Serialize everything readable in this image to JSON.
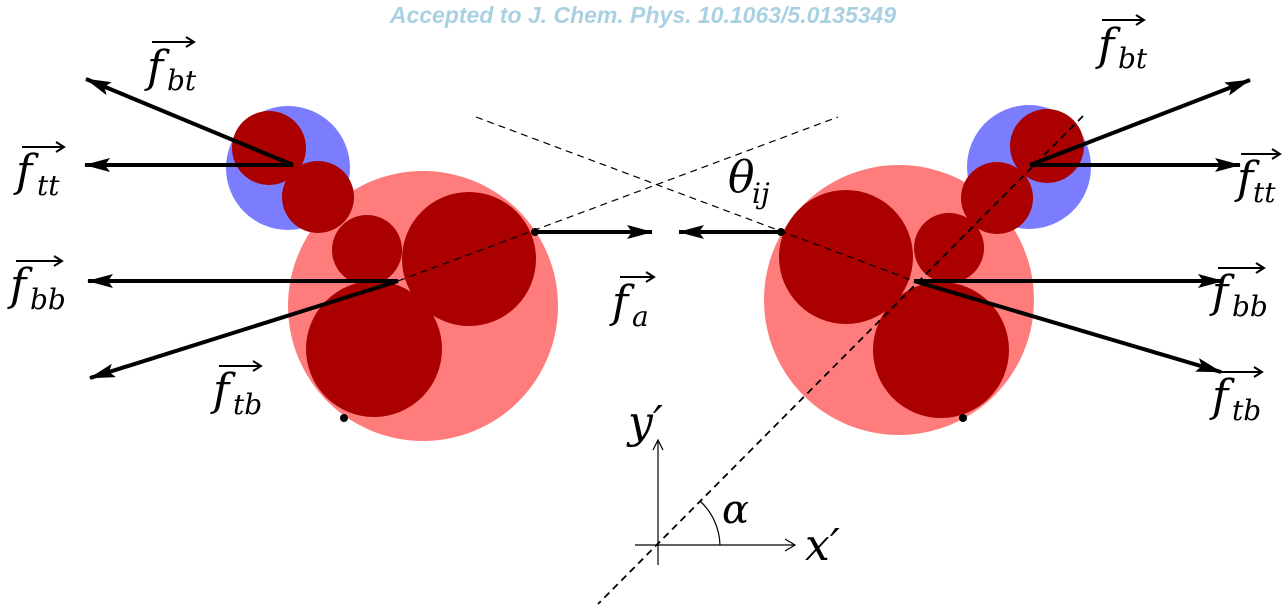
{
  "header": {
    "text": "Accepted to J. Chem. Phys. 10.1063/5.0135349"
  },
  "colors": {
    "header": "#a9d1e2",
    "large_bead": "#ff7c7c",
    "small_bead": "#7c7cff",
    "inner_bead": "#aa0000",
    "line": "#000000"
  },
  "labels": {
    "f_bt_left": "f",
    "f_bt_left_sub": "bt",
    "f_tt_left": "f",
    "f_tt_left_sub": "tt",
    "f_bb_left": "f",
    "f_bb_left_sub": "bb",
    "f_tb_left": "f",
    "f_tb_left_sub": "tb",
    "f_a": "f",
    "f_a_sub": "a",
    "f_bt_right": "f",
    "f_bt_right_sub": "bt",
    "f_tt_right": "f",
    "f_tt_right_sub": "tt",
    "f_bb_right": "f",
    "f_bb_right_sub": "bb",
    "f_tb_right": "f",
    "f_tb_right_sub": "tb",
    "theta": "θ",
    "theta_sub": "ij",
    "alpha": "α",
    "x_axis": "x′",
    "y_axis": "y′"
  }
}
